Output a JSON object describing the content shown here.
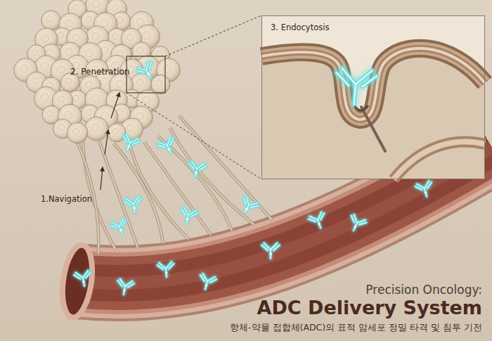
{
  "diagram": {
    "title": "ADC Delivery System",
    "caption": "항체-약물 접합체(ADC)의 표적 암세포 정밀 타격 및 침투 기전",
    "nodes": [
      {
        "text": [
          "3. Endocytosis"
        ]
      }
    ],
    "labels": [
      "2. Penetration",
      "1.Navigation",
      "Precision Oncology:"
    ]
  }
}
